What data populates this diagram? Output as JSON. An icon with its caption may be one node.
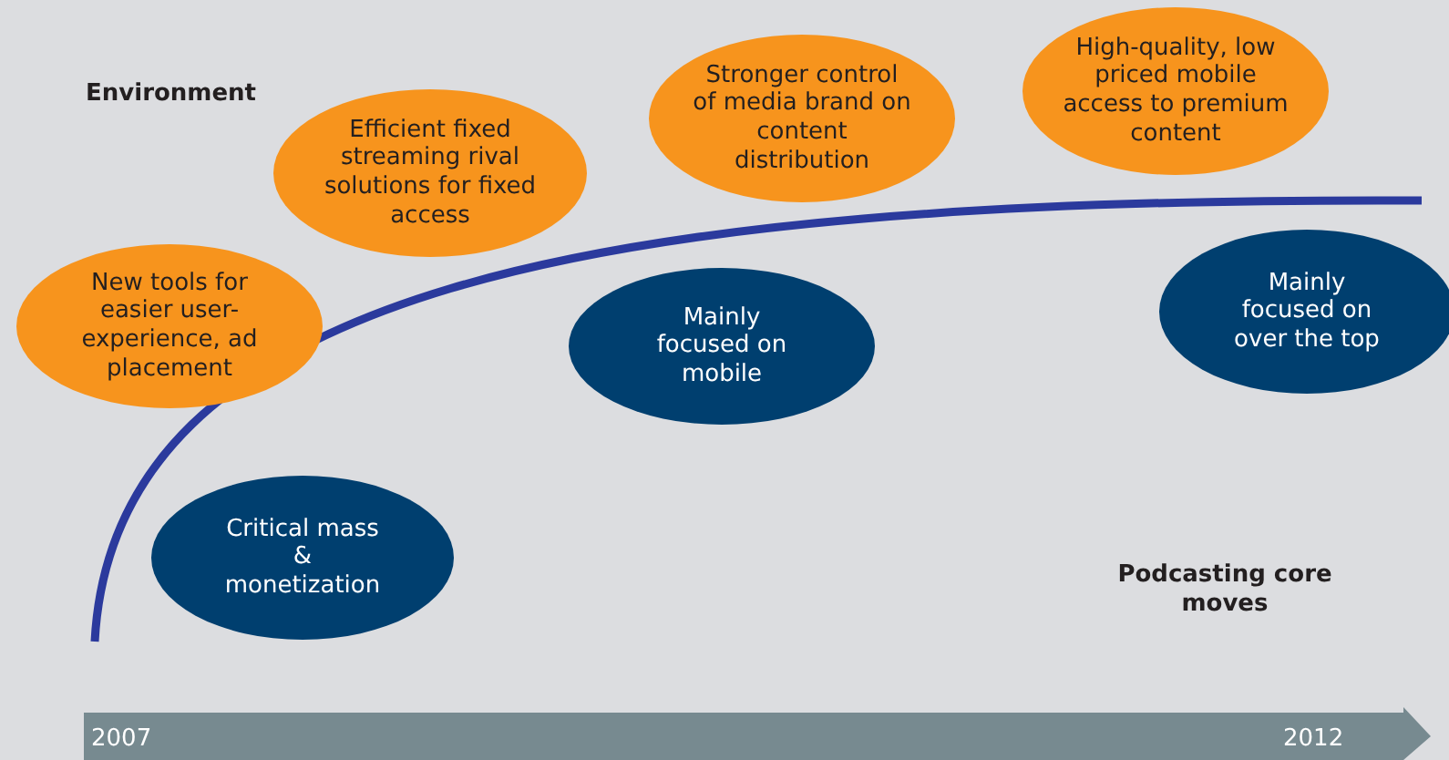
{
  "diagram": {
    "nodes": [
      {
        "text": [
          "High-quality, low priced mobile access to premium content"
        ]
      },
      {
        "text": [
          "Stronger control of media brand on content distribution"
        ]
      },
      {
        "text": [
          "Efficient fixed streaming rival solutions for fixed access"
        ]
      },
      {
        "text": [
          "Mainly focused on over the top"
        ]
      },
      {
        "text": [
          "New tools for easier user-experience, ad placement"
        ]
      },
      {
        "text": [
          "Mainly focused on mobile"
        ]
      },
      {
        "text": [
          "Critical mass & monetization"
        ]
      }
    ],
    "labels": [
      "Environment",
      "Podcasting core moves",
      "2007",
      "2012"
    ]
  }
}
